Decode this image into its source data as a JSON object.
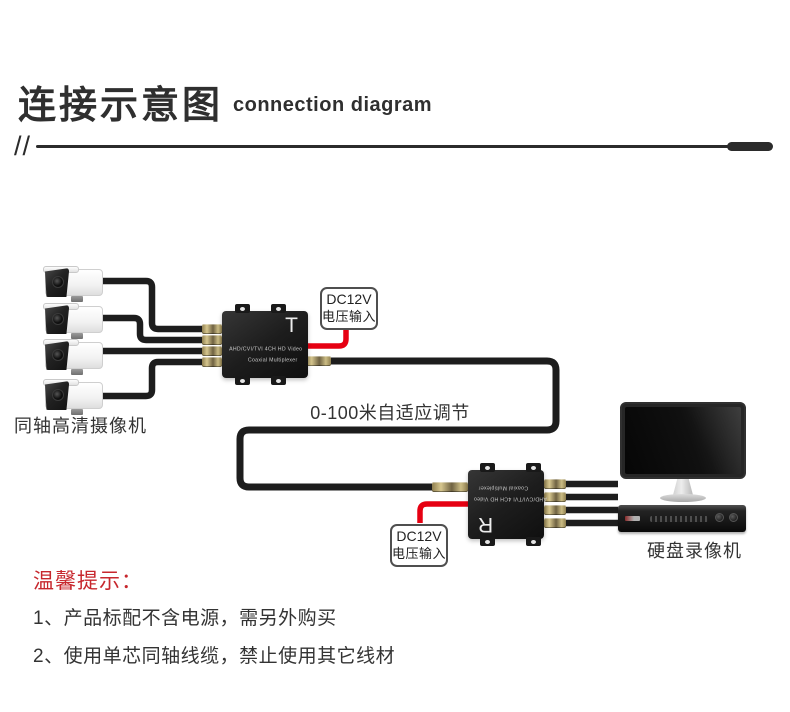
{
  "header": {
    "title_cn": "连接示意图",
    "title_en": "connection diagram",
    "divider_marks": "//"
  },
  "diagram": {
    "camera_label": "同轴高清摄像机",
    "transmitter": {
      "letter": "T",
      "line1": "AHD/CVI/TVI 4CH HD Video",
      "line2": "Coaxial Multiplexer"
    },
    "receiver": {
      "letter": "R",
      "line1": "AHD/CVI/TVI 4CH HD Video",
      "line2": "Coaxial Multiplexer"
    },
    "power_label_top": {
      "line1": "DC12V",
      "line2": "电压输入"
    },
    "power_label_bottom": {
      "line1": "DC12V",
      "line2": "电压输入"
    },
    "distance_label": "0-100米自适应调节",
    "dvr_label": "硬盘录像机"
  },
  "tips": {
    "heading": "温馨提示：",
    "items": [
      "1、产品标配不含电源，需另外购买",
      "2、使用单芯同轴线缆，禁止使用其它线材"
    ]
  },
  "colors": {
    "accent_red": "#e60012",
    "tip_red": "#c7272d",
    "ink": "#2f2f2f",
    "cable_black": "#1d1d1d"
  }
}
